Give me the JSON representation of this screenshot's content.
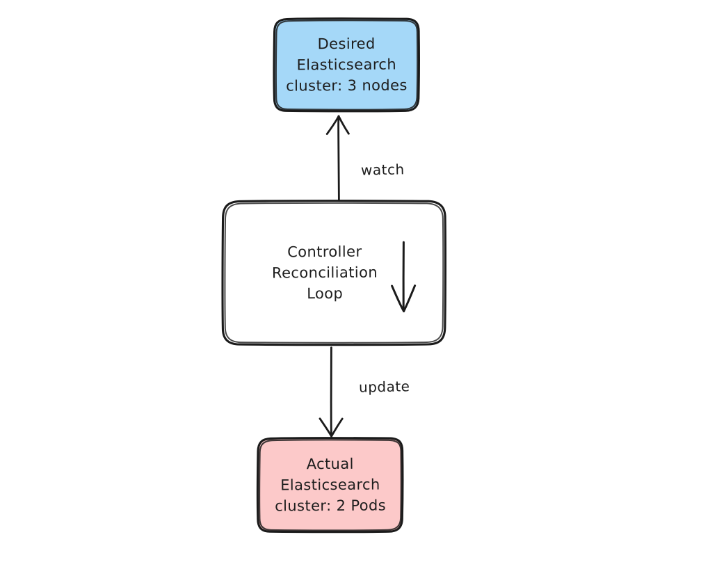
{
  "diagram": {
    "title": "Controller Reconciliation Loop",
    "background_color": "#ffffff",
    "stroke_color": "#1b1b1b",
    "nodes": [
      {
        "id": "desired-state",
        "label": "Desired\nElasticsearch\ncluster: 3 nodes",
        "fill_color": "#a5d8f8",
        "shape": "rounded-rectangle"
      },
      {
        "id": "controller",
        "label": "Controller\nReconciliation\nLoop",
        "fill_color": "#ffffff",
        "shape": "rounded-rectangle",
        "inner_icon": "down-arrow-icon"
      },
      {
        "id": "actual-state",
        "label": "Actual\nElasticsearch\ncluster: 2 Pods",
        "fill_color": "#fcc9c9",
        "shape": "rounded-rectangle"
      }
    ],
    "edges": [
      {
        "id": "watch-edge",
        "label": "watch",
        "from": "controller",
        "to": "desired-state",
        "direction": "up"
      },
      {
        "id": "update-edge",
        "label": "update",
        "from": "controller",
        "to": "actual-state",
        "direction": "down"
      }
    ]
  }
}
